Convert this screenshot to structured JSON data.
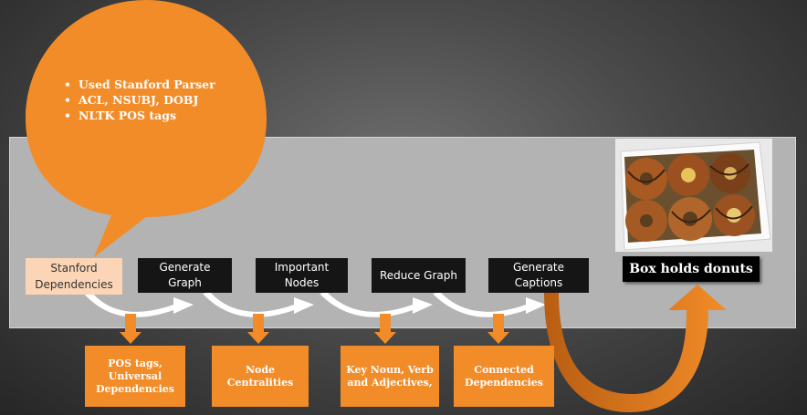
{
  "bubble": {
    "bullets": [
      "Used Stanford Parser",
      "ACL, NSUBJ, DOBJ",
      "NLTK POS tags"
    ]
  },
  "pipeline": {
    "first_label": "Stanford Dependencies",
    "steps": [
      "Generate Graph",
      "Important Nodes",
      "Reduce Graph",
      "Generate Captions"
    ]
  },
  "outputs": [
    "POS tags, Universal Dependencies",
    "Node Centralities",
    "Key Noun, Verb and Adjectives,",
    "Connected Dependencies"
  ],
  "result": {
    "caption": "Box holds donuts",
    "image_icon": "box-of-donuts-photo"
  },
  "colors": {
    "accent": "#f28c28",
    "first_box": "#fbd5b5",
    "step_box": "#151515",
    "panel": "#b3b3b3"
  }
}
